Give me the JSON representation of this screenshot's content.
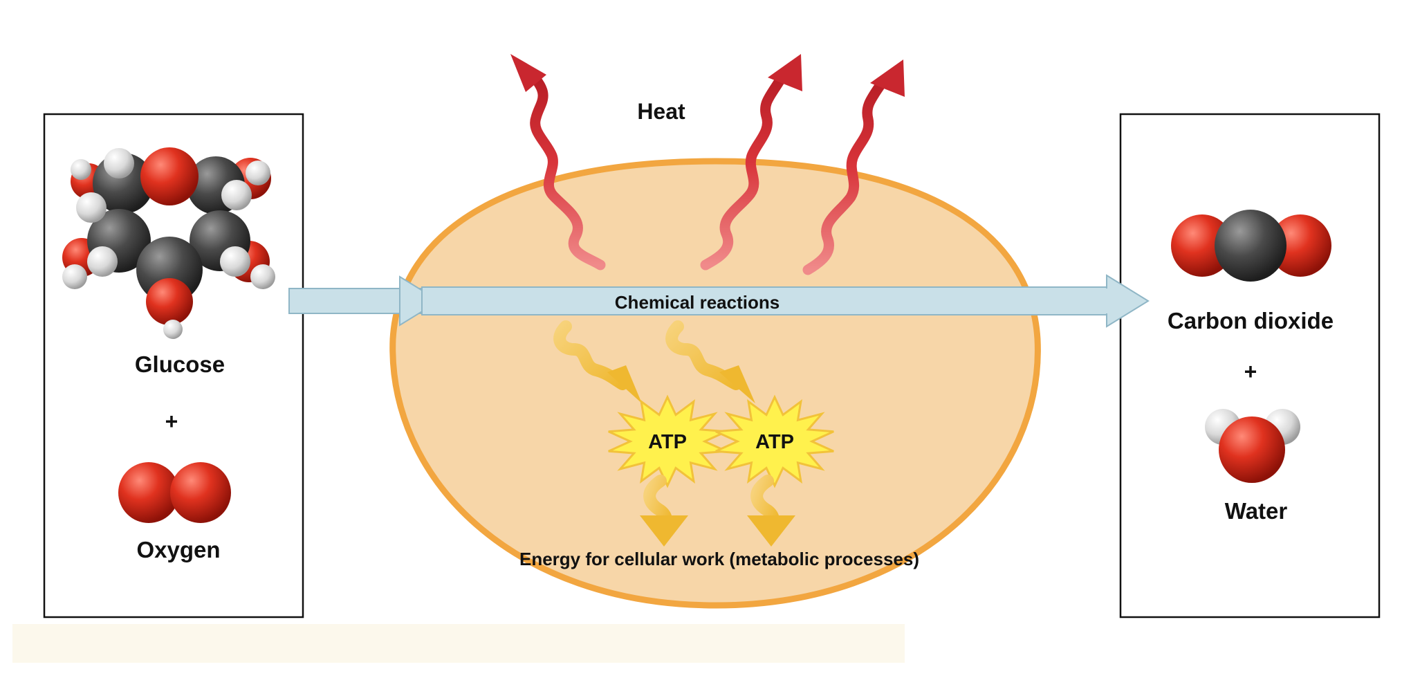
{
  "inputs": {
    "glucose_label": "Glucose",
    "plus": "+",
    "oxygen_label": "Oxygen"
  },
  "cell": {
    "heat_label": "Heat",
    "reaction_label": "Chemical reactions",
    "atp_labels": [
      "ATP",
      "ATP"
    ],
    "energy_label": "Energy for cellular work (metabolic processes)"
  },
  "outputs": {
    "co2_label": "Carbon dioxide",
    "plus": "+",
    "water_label": "Water"
  },
  "colors": {
    "cell_fill": "#f7d6a8",
    "cell_border": "#f2a640",
    "arrow_fill": "#c9e0e8",
    "arrow_stroke": "#8fb6c6",
    "heat_red": "#c9272f",
    "energy_yellow": "#f2c23a",
    "atp_fill": "#fff14d",
    "oxygen_red": "#d62b1e",
    "carbon_gray": "#4a4a4a",
    "hydrogen_white": "#e6e6e6",
    "caption_bg": "#fcf8ec"
  }
}
